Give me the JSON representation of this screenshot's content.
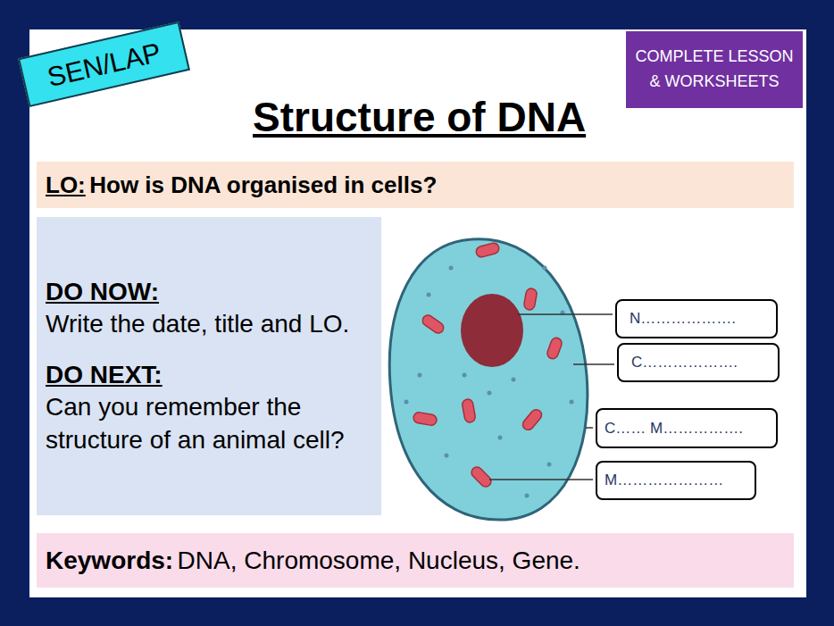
{
  "diagram": {
    "title": "Structure of DNA",
    "nodes": [
      {
        "text": [
          "SEN/LAP"
        ]
      },
      {
        "text": [
          "COMPLETE LESSON & WORKSHEETS"
        ]
      },
      {
        "text": [
          "LO:",
          "How is DNA organised in cells?"
        ]
      },
      {
        "text": [
          "DO NOW:",
          "Write the date, title and LO.",
          "DO NEXT:",
          "Can you remember the structure of an animal cell?"
        ]
      },
      {
        "text": [
          "N………………."
        ]
      },
      {
        "text": [
          "C………………."
        ]
      },
      {
        "text": [
          "C…… M……………."
        ]
      },
      {
        "text": [
          "M…………………"
        ]
      },
      {
        "text": [
          "Keywords:",
          "DNA, Chromosome, Nucleus, Gene."
        ]
      }
    ]
  }
}
